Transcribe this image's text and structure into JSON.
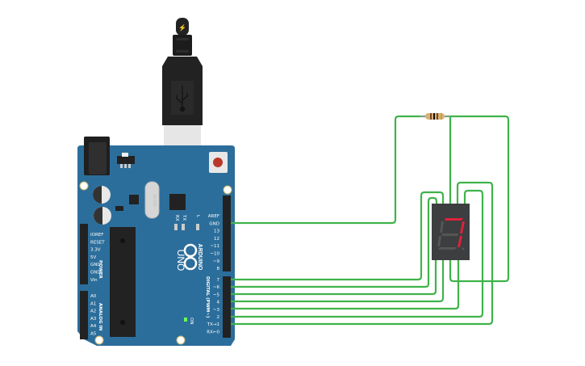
{
  "board": {
    "brand": "ARDUINO",
    "model": "UNO",
    "crystal_text": "16.000",
    "section_power": "POWER",
    "section_analog": "ANALOG IN",
    "section_digital": "DIGITAL (PWM~)",
    "led_labels": [
      "RX",
      "TX",
      "L"
    ],
    "on_label": "ON",
    "power_pins": [
      "IOREF",
      "RESET",
      "3.3V",
      "5V",
      "GND",
      "GND",
      "Vin"
    ],
    "analog_pins": [
      "A0",
      "A1",
      "A2",
      "A3",
      "A4",
      "A5"
    ],
    "digital_pins_top": [
      "AREF",
      "GND",
      "13",
      "12",
      "~11",
      "~10",
      "~9",
      "8"
    ],
    "digital_pins_bottom": [
      "7",
      "~6",
      "~5",
      "4",
      "~3",
      "2",
      "TX→1",
      "RX←0"
    ],
    "color": "#2c6e9b"
  },
  "usb_cable": {
    "icon": "usb-icon",
    "tip_icon": "lightning-icon"
  },
  "display": {
    "digit_shown": "7",
    "segment_on_color": "#e0223a"
  },
  "wire_color": "#3fb34a"
}
